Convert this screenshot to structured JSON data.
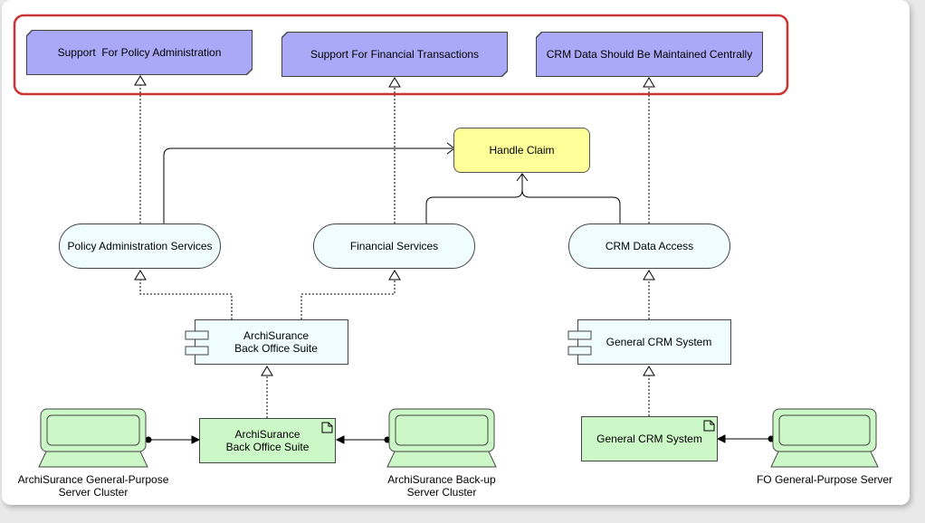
{
  "requirements": {
    "policy_admin": "Support  For Policy Administration",
    "financial_tx": "Support For Financial Transactions",
    "crm_central": "CRM Data Should Be Maintained Centrally"
  },
  "process": {
    "handle_claim": "Handle Claim"
  },
  "services": {
    "policy_admin": "Policy Administration Services",
    "financial": "Financial Services",
    "crm_access": "CRM Data Access"
  },
  "components": {
    "backoffice_line1": "ArchiSurance",
    "backoffice_line2": "Back Office Suite",
    "crm": "General CRM System"
  },
  "artifacts": {
    "backoffice_line1": "ArchiSurance",
    "backoffice_line2": "Back Office Suite",
    "crm": "General CRM System"
  },
  "devices": {
    "cluster_line1": "ArchiSurance General-Purpose",
    "cluster_line2": "Server Cluster",
    "backup_line1": "ArchiSurance Back-up",
    "backup_line2": "Server Cluster",
    "fo_server": "FO General-Purpose Server"
  },
  "colors": {
    "requirement_fill": "#a9a9f7",
    "service_fill": "#f0fdff",
    "artifact_fill": "#ccf7c6",
    "process_fill": "#ffff99",
    "group_border": "#cc3333"
  }
}
